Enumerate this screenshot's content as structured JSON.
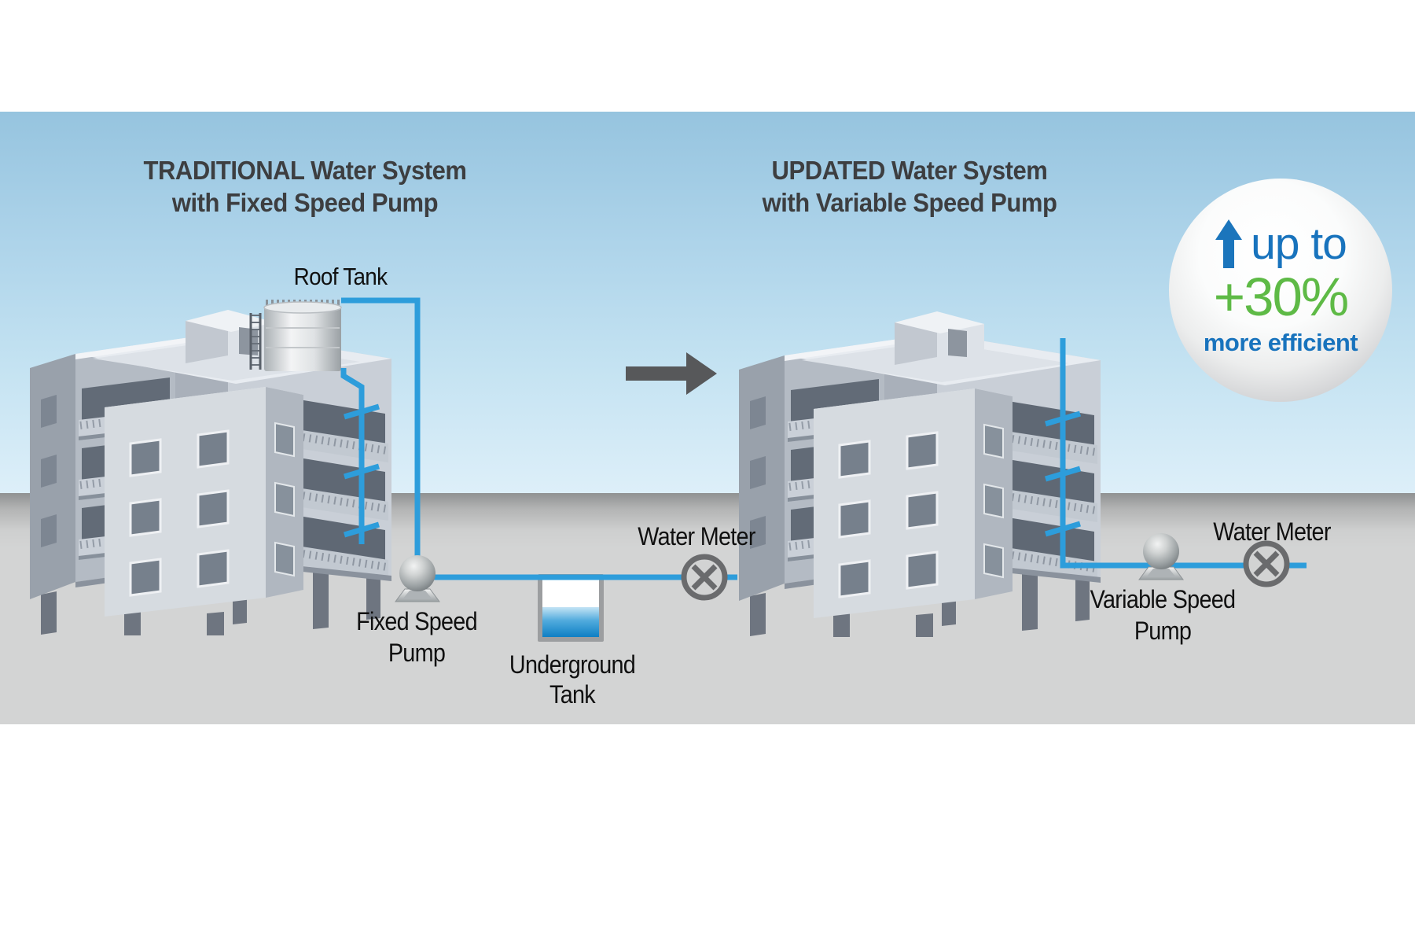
{
  "scene": {
    "sky_top_color": "#96c4df",
    "sky_bottom_color": "#ddeff9",
    "ground_color": "#d3d4d4",
    "horizon_shade_color": "#8f9192",
    "pipe_color": "#2d9ddb",
    "transition_arrow_color": "#57585a",
    "title_color": "#3d3e40"
  },
  "left_system": {
    "title_line1": "TRADITIONAL Water System",
    "title_line2": "with Fixed Speed Pump",
    "roof_tank_label": "Roof  Tank",
    "pump_label_line1": "Fixed Speed",
    "pump_label_line2": "Pump",
    "underground_tank_label_line1": "Underground",
    "underground_tank_label_line2": "Tank",
    "water_meter_label": "Water Meter"
  },
  "right_system": {
    "title_line1": "UPDATED Water System",
    "title_line2": "with Variable Speed Pump",
    "pump_label_line1": "Variable Speed",
    "pump_label_line2": "Pump",
    "water_meter_label": "Water Meter"
  },
  "efficiency_badge": {
    "arrow_icon": "up-arrow-icon",
    "prefix": "up to",
    "value": "+30%",
    "suffix": "more efficient",
    "prefix_color": "#1873bd",
    "value_color": "#5eba46"
  },
  "transition": {
    "icon": "right-arrow-icon"
  }
}
